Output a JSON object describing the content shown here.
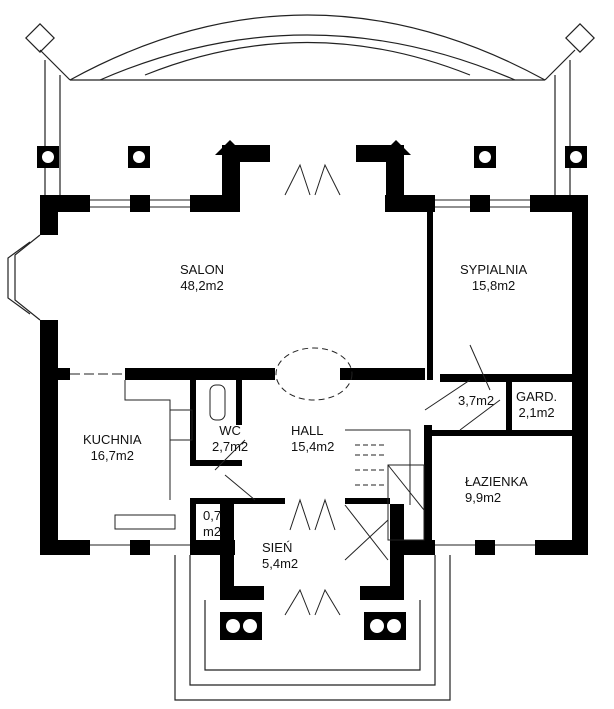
{
  "rooms": {
    "salon": {
      "name": "SALON",
      "area": "48,2m2"
    },
    "sypialnia": {
      "name": "SYPIALNIA",
      "area": "15,8m2"
    },
    "kuchnia": {
      "name": "KUCHNIA",
      "area": "16,7m2"
    },
    "wc": {
      "name": "WC",
      "area": "2,7m2"
    },
    "hall": {
      "name": "HALL",
      "area": "15,4m2"
    },
    "korytarz": {
      "area": "3,7m2"
    },
    "gard": {
      "name": "GARD.",
      "area": "2,1m2"
    },
    "lazienka": {
      "name": "ŁAZIENKA",
      "area": "9,9m2"
    },
    "schowek": {
      "name": "0,7",
      "area": "m2"
    },
    "sien": {
      "name": "SIEŃ",
      "area": "5,4m2"
    }
  },
  "colors": {
    "wall": "#000000",
    "line": "#222222",
    "background": "#ffffff"
  }
}
